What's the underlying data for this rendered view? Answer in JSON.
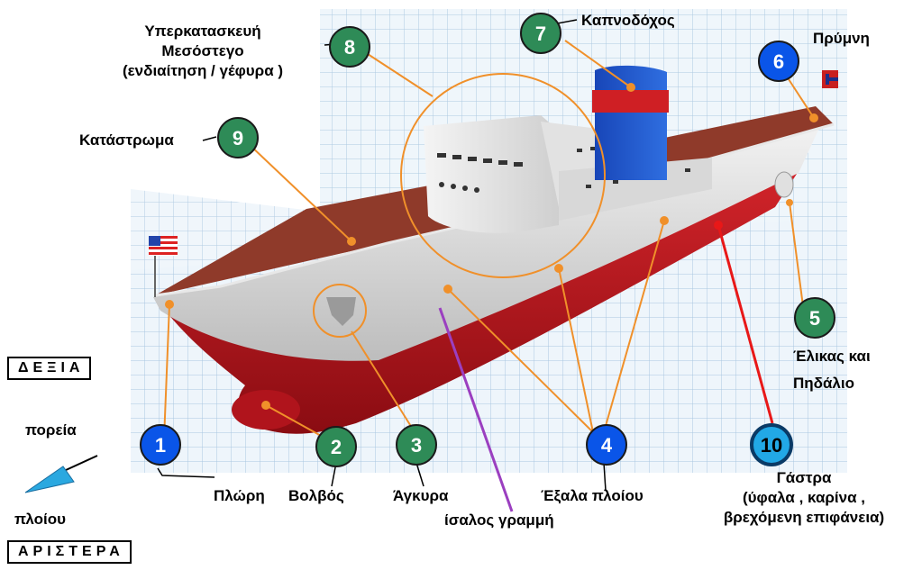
{
  "labels": {
    "bow": "Πλώρη",
    "bulb": "Βολβός",
    "anchor": "Άγκυρα",
    "fittings": "Έξαλα πλοίου",
    "waterline": "ίσαλος γραμμή",
    "hull_line1": "Γάστρα",
    "hull_line2": "(ύφαλα , καρίνα ,",
    "hull_line3": "βρεχόμενη επιφάνεια)",
    "propeller_line1": "Έλικας και",
    "propeller_line2": "Πηδάλιο",
    "stern": "Πρύμνη",
    "funnel": "Καπνοδόχος",
    "super_line1": "Υπερκατασκευή",
    "super_line2": "Μεσόστεγο",
    "super_line3": "(ενδιαίτηση / γέφυρα )",
    "deck": "Κατάστρωμα"
  },
  "directions": {
    "right": "ΔΕΞΙΑ",
    "left": "ΑΡΙΣΤΕΡΑ",
    "course_line1": "πορεία",
    "course_line2": "πλοίου"
  },
  "badges": [
    {
      "num": "1",
      "color": "blue"
    },
    {
      "num": "2",
      "color": "green"
    },
    {
      "num": "3",
      "color": "green"
    },
    {
      "num": "4",
      "color": "blue"
    },
    {
      "num": "5",
      "color": "green"
    },
    {
      "num": "6",
      "color": "blue"
    },
    {
      "num": "7",
      "color": "green"
    },
    {
      "num": "8",
      "color": "green"
    },
    {
      "num": "9",
      "color": "green"
    },
    {
      "num": "10",
      "color": "lightblue"
    }
  ],
  "colors": {
    "badge_blue": "#0a55e8",
    "badge_green": "#2e8b57",
    "badge_lightblue": "#22a8e6",
    "leader": "#f0902a",
    "hull_red": "#b0141c",
    "deck_brown": "#8f3a2a",
    "hull_grey": "#d4d4d4",
    "waterline_purple": "#9b3fc0",
    "hull_leader_red": "#e81818",
    "arrow_blue": "#2aa8e0"
  }
}
